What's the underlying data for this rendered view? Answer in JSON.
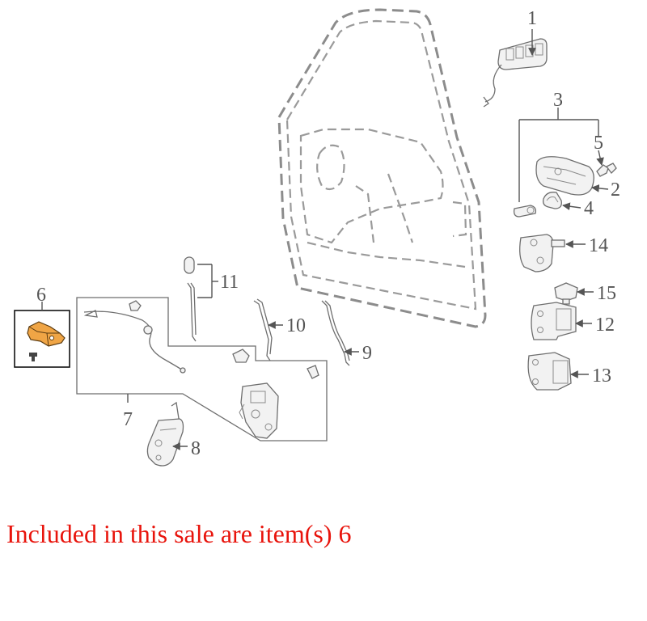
{
  "diagram": {
    "callouts": {
      "c1": "1",
      "c2": "2",
      "c3": "3",
      "c4": "4",
      "c5": "5",
      "c6": "6",
      "c7": "7",
      "c8": "8",
      "c9": "9",
      "c10": "10",
      "c11": "11",
      "c12": "12",
      "c13": "13",
      "c14": "14",
      "c15": "15"
    },
    "highlighted_item": "6",
    "colors": {
      "highlight_part": "#f0a545",
      "line_art": "#6e6e6e",
      "note_text": "#e8140c"
    }
  },
  "note": {
    "text": "Included in this sale are item(s) 6"
  }
}
